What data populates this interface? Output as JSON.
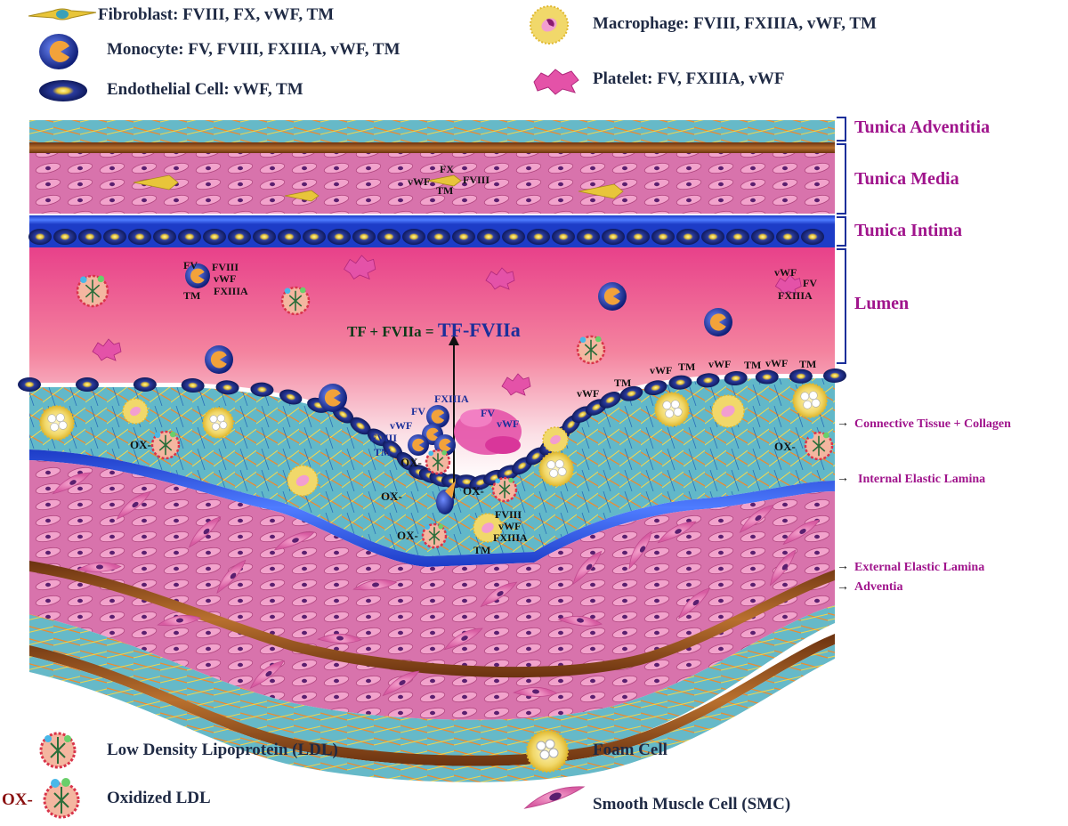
{
  "legend": {
    "fibroblast": "Fibroblast: FVIII, FX, vWF, TM",
    "monocyte": "Monocyte: FV, FVIII, FXIIIA, vWF, TM",
    "endothelial": "Endothelial Cell: vWF, TM",
    "macrophage": "Macrophage: FVIII, FXIIIA, vWF, TM",
    "platelet": "Platelet: FV, FXIIIA, vWF",
    "ldl": "Low Density Lipoprotein (LDL)",
    "oxldl": "Oxidized LDL",
    "oxldl_prefix": "OX-",
    "foam": "Foam Cell",
    "smc": "Smooth Muscle Cell (SMC)"
  },
  "layers": {
    "adventitia_top": "Tunica Adventitia",
    "media": "Tunica Media",
    "intima": "Tunica Intima",
    "lumen": "Lumen",
    "connective": "Connective Tissue + Collagen",
    "iel": "Internal Elastic Lamina",
    "eel": "External Elastic Lamina",
    "adventia": "Adventia"
  },
  "equation": {
    "left": "TF + FVIIa = ",
    "right": "TF-FVIIa"
  },
  "factors": {
    "fx": "FX",
    "vwf": "vWF",
    "tm": "TM",
    "fviii": "FVIII",
    "fv": "FV",
    "fxiiia": "FXIIIA",
    "ox": "OX-"
  },
  "colors": {
    "title_purple": "#a0148c",
    "equation_blue": "#1b2f9a",
    "lumen_pink": "#f06a94",
    "endothelium_blue": "#1f2f8f",
    "elastic_blue": "#2a55d8",
    "adventitia_brown": "#8a4a1c"
  }
}
